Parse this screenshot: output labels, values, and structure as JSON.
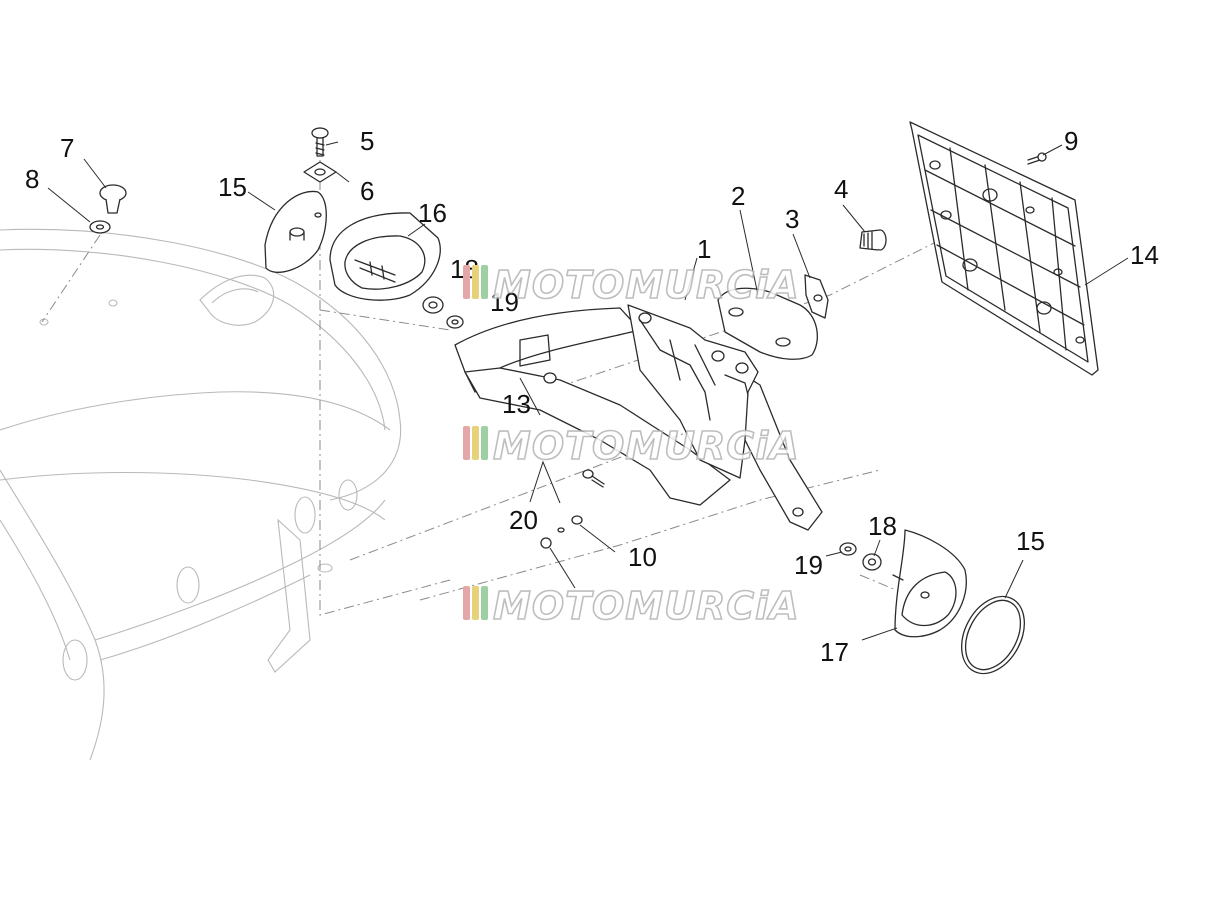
{
  "diagram": {
    "callouts": [
      {
        "id": "c1",
        "text": "1"
      },
      {
        "id": "c2",
        "text": "2"
      },
      {
        "id": "c3",
        "text": "3"
      },
      {
        "id": "c4",
        "text": "4"
      },
      {
        "id": "c5",
        "text": "5"
      },
      {
        "id": "c6",
        "text": "6"
      },
      {
        "id": "c7",
        "text": "7"
      },
      {
        "id": "c8",
        "text": "8"
      },
      {
        "id": "c9",
        "text": "9"
      },
      {
        "id": "c10",
        "text": "10"
      },
      {
        "id": "c13",
        "text": "13"
      },
      {
        "id": "c14",
        "text": "14"
      },
      {
        "id": "c15a",
        "text": "15"
      },
      {
        "id": "c15b",
        "text": "15"
      },
      {
        "id": "c16",
        "text": "16"
      },
      {
        "id": "c17",
        "text": "17"
      },
      {
        "id": "c18a",
        "text": "18"
      },
      {
        "id": "c18b",
        "text": "18"
      },
      {
        "id": "c19a",
        "text": "19"
      },
      {
        "id": "c19b",
        "text": "19"
      },
      {
        "id": "c20",
        "text": "20"
      }
    ]
  },
  "watermark": {
    "text": "MOTOMURCiA",
    "stripe_colors": [
      "#e4a7a7",
      "#e6d27a",
      "#9fd0a3"
    ]
  }
}
